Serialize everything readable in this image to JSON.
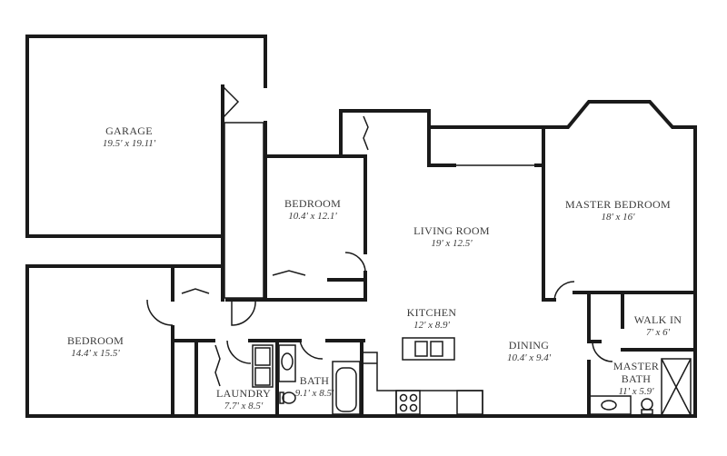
{
  "title": "",
  "colors": {
    "wall": "#1a1a1a",
    "text": "#3a3a3a"
  },
  "rooms": [
    {
      "name": "GARAGE",
      "size": "19.5' x 19.11'"
    },
    {
      "name": "BEDROOM",
      "size": "10.4' x 12.1'"
    },
    {
      "name": "LIVING ROOM",
      "size": "19' x 12.5'"
    },
    {
      "name": "MASTER BEDROOM",
      "size": "18' x 16'"
    },
    {
      "name": "BEDROOM",
      "size": "14.4' x 15.5'"
    },
    {
      "name": "KITCHEN",
      "size": "12' x 8.9'"
    },
    {
      "name": "WALK IN",
      "size": "7' x 6'"
    },
    {
      "name": "DINING",
      "size": "10.4' x 9.4'"
    },
    {
      "name": "MASTER BATH",
      "size": "11' x 5.9'"
    },
    {
      "name": "BATH",
      "size": "9.1' x 8.5'"
    },
    {
      "name": "LAUNDRY",
      "size": "7.7' x 8.5'"
    }
  ]
}
